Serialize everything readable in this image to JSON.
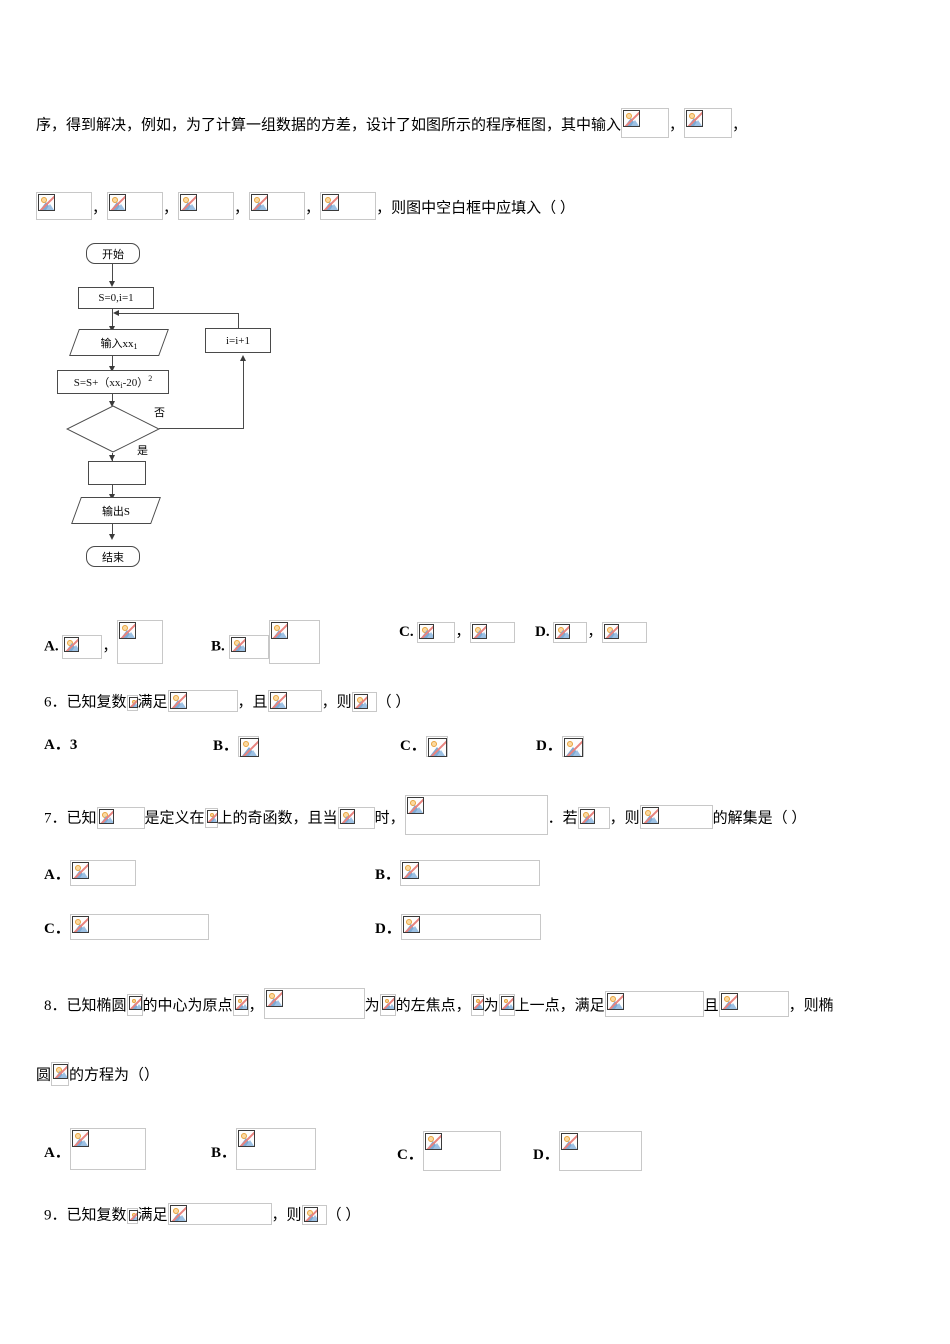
{
  "document": {
    "type": "chinese-math-exam-page",
    "paragraph_1": {
      "text_before": "序，得到解决，例如，为了计算一组数据的方差，设计了如图所示的程序框图，其中输入",
      "comma": "，",
      "text_after": "，则图中空白框中应填入（    ）"
    },
    "flowchart": {
      "start_label": "开始",
      "init_label": "S=0,i=1",
      "input_label_prefix": "输入x",
      "input_label_sub": "1",
      "accumulate_prefix": "S=S+（x",
      "accumulate_sub": "i",
      "accumulate_mid": "-20）",
      "accumulate_sup": "2",
      "increment_label": "i=i+1",
      "no_label": "否",
      "yes_label": "是",
      "blank_box_label": "",
      "condition_label": "",
      "output_label": "输出S",
      "end_label": "结束"
    },
    "q5_options": [
      {
        "letter": "A.",
        "separator": "，"
      },
      {
        "letter": "B.",
        "separator": ""
      },
      {
        "letter": "C.",
        "separator": "，"
      },
      {
        "letter": "D.",
        "separator": "，"
      }
    ],
    "question6": {
      "number": "6．",
      "part1": "已知复数",
      "part2": "满足",
      "part3": "，且",
      "part4": "，则",
      "part5": "（  ）",
      "options": [
        {
          "letter": "A．",
          "text": "3",
          "is_image": false
        },
        {
          "letter": "B．",
          "text": "",
          "is_image": true
        },
        {
          "letter": "C．",
          "text": "",
          "is_image": true
        },
        {
          "letter": "D．",
          "text": "",
          "is_image": true
        }
      ]
    },
    "question7": {
      "number": "7．",
      "part1": "已知",
      "part2": "是定义在",
      "part3": "上的奇函数，且当",
      "part4": "时，",
      "part5": "．若",
      "part6": "，则",
      "part7": "的解集是（  ）",
      "options": [
        {
          "letter": "A．"
        },
        {
          "letter": "B．"
        },
        {
          "letter": "C．"
        },
        {
          "letter": "D．"
        }
      ]
    },
    "question8": {
      "number": "8．",
      "part1": "已知椭圆",
      "part2": "的中心为原点",
      "part3": "，",
      "part4": "为",
      "part5": "的左焦点，",
      "part6": "为",
      "part7": "上一点，满足",
      "part8": "且",
      "part9": "，则椭",
      "part10": "圆",
      "part11": "的方程为（）",
      "options": [
        {
          "letter": "A．"
        },
        {
          "letter": "B．"
        },
        {
          "letter": "C．"
        },
        {
          "letter": "D．"
        }
      ]
    },
    "question9": {
      "number": "9．",
      "part1": "已知复数",
      "part2": "满足",
      "part3": "，则",
      "part4": "（  ）"
    },
    "icon_names": {
      "broken_image": "broken-image-icon"
    },
    "colors": {
      "text": "#000000",
      "placeholder_border": "#c8c8c8",
      "glyph_border": "#3a3a3a",
      "mountain": "#7ba9d4",
      "sun": "#fbd9a0",
      "slash": "#e8837e",
      "flow_stroke": "#4a4a4a"
    }
  }
}
